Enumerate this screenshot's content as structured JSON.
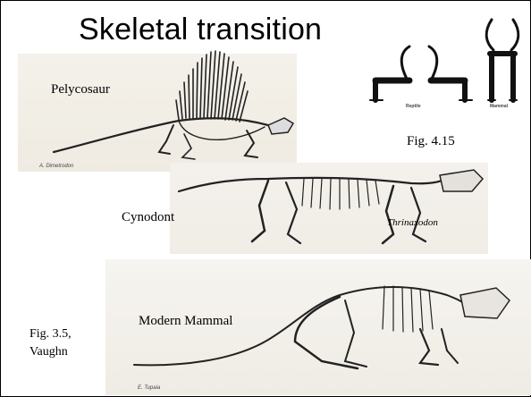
{
  "slide": {
    "title": "Skeletal transition",
    "labels": {
      "pelycosaur": "Pelycosaur",
      "fig_4_15": "Fig. 4.15",
      "cynodont": "Cynodont",
      "thrinaxodon": "Thrinaxodon",
      "modern_mammal": "Modern Mammal",
      "fig_3_5": "Fig. 3.5,",
      "vaughn": "Vaughn"
    },
    "captions": {
      "dimetrodon": "A. Dimetrodon",
      "tupaia": "E. Tupaia",
      "reptile": "Reptile",
      "mammal": "Mammal"
    }
  }
}
